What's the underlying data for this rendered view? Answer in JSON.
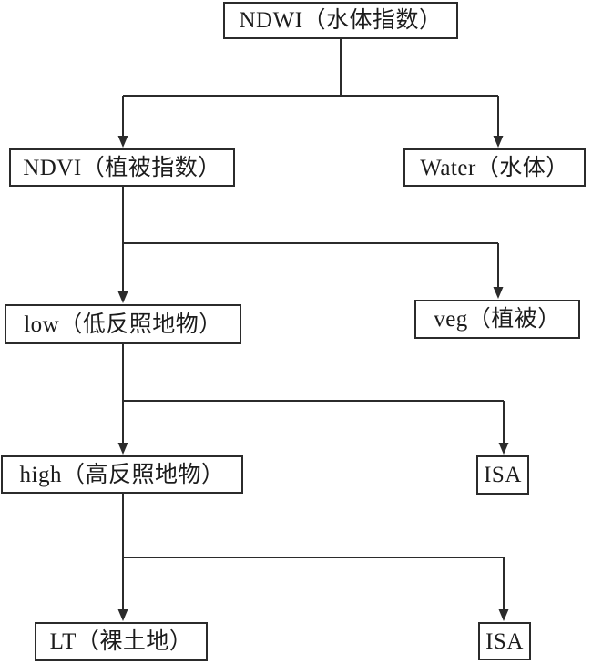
{
  "diagram": {
    "type": "flowchart",
    "background_color": "#ffffff",
    "line_color": "#2b2b2b",
    "text_color": "#1c1c1c",
    "nodes": {
      "ndwi": {
        "label": "NDWI（水体指数）"
      },
      "ndvi": {
        "label": "NDVI（植被指数）"
      },
      "water": {
        "label": "Water（水体）"
      },
      "low": {
        "label": "low（低反照地物）"
      },
      "veg": {
        "label": "veg（植被）"
      },
      "high": {
        "label": "high（高反照地物）"
      },
      "isa_upper": {
        "label": "ISA"
      },
      "lt": {
        "label": "LT（裸土地）"
      },
      "isa_lower": {
        "label": "ISA"
      }
    },
    "edges": [
      {
        "from": "NDWI（水体指数）",
        "to": "NDVI（植被指数）"
      },
      {
        "from": "NDWI（水体指数）",
        "to": "Water（水体）"
      },
      {
        "from": "NDVI（植被指数）",
        "to": "low（低反照地物）"
      },
      {
        "from": "NDVI（植被指数）",
        "to": "veg（植被）"
      },
      {
        "from": "low（低反照地物）",
        "to": "high（高反照地物）"
      },
      {
        "from": "low（低反照地物）",
        "to": "ISA"
      },
      {
        "from": "high（高反照地物）",
        "to": "LT（裸土地）"
      },
      {
        "from": "high（高反照地物）",
        "to": "ISA"
      }
    ]
  }
}
